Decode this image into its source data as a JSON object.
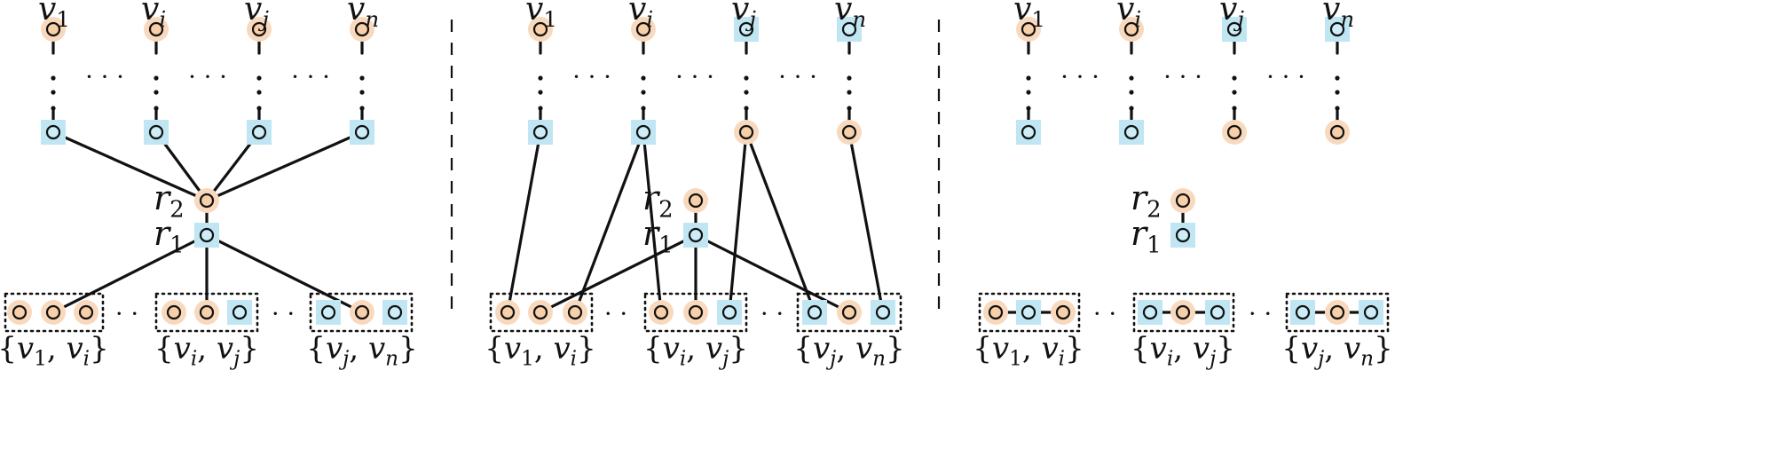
{
  "colors": {
    "orange_halo": "#f9d9bd",
    "blue_halo": "#bfe6f2",
    "node_orange_fill": "#f7cfa8",
    "node_blue_fill": "#cdeef8",
    "stroke": "#111111",
    "background": "#ffffff"
  },
  "labels": {
    "top": [
      {
        "base": "v",
        "sub": "1"
      },
      {
        "base": "v",
        "sub": "i"
      },
      {
        "base": "v",
        "sub": "j"
      },
      {
        "base": "v",
        "sub": "n"
      }
    ],
    "root2": {
      "base": "r",
      "sub": "2"
    },
    "root1": {
      "base": "r",
      "sub": "1"
    },
    "sets": [
      {
        "open": "{",
        "a": "v",
        "a_sub": "1",
        "sep": ",",
        "b": "v",
        "b_sub": "i",
        "close": "}"
      },
      {
        "open": "{",
        "a": "v",
        "a_sub": "i",
        "sep": ",",
        "b": "v",
        "b_sub": "j",
        "close": "}"
      },
      {
        "open": "{",
        "a": "v",
        "a_sub": "j",
        "sep": ",",
        "b": "v",
        "b_sub": "n",
        "close": "}"
      }
    ],
    "ellipsis_h": "· · ·",
    "ellipsis_gap": "· ·"
  },
  "panels": [
    {
      "name": "panel-left",
      "top_colors": [
        "orange",
        "orange",
        "orange",
        "orange"
      ],
      "mid_colors": [
        "blue",
        "blue",
        "blue",
        "blue"
      ],
      "root2_color": "orange",
      "root1_color": "blue",
      "bottom_colors": [
        [
          "orange",
          "orange",
          "orange"
        ],
        [
          "orange",
          "orange",
          "blue"
        ],
        [
          "blue",
          "orange",
          "blue"
        ]
      ]
    },
    {
      "name": "panel-middle",
      "top_colors": [
        "orange",
        "orange",
        "blue",
        "blue"
      ],
      "mid_colors": [
        "blue",
        "blue",
        "orange",
        "orange"
      ],
      "root2_color": "orange",
      "root1_color": "blue",
      "bottom_colors": [
        [
          "orange",
          "orange",
          "orange"
        ],
        [
          "orange",
          "orange",
          "blue"
        ],
        [
          "blue",
          "orange",
          "blue"
        ]
      ]
    },
    {
      "name": "panel-right",
      "top_colors": [
        "orange",
        "orange",
        "blue",
        "blue"
      ],
      "mid_colors": [
        "blue",
        "blue",
        "orange",
        "orange"
      ],
      "root2_color": "orange",
      "root1_color": "blue",
      "bottom_colors": [
        [
          "orange",
          "blue",
          "orange"
        ],
        [
          "blue",
          "orange",
          "blue"
        ],
        [
          "blue",
          "orange",
          "blue"
        ]
      ]
    }
  ]
}
